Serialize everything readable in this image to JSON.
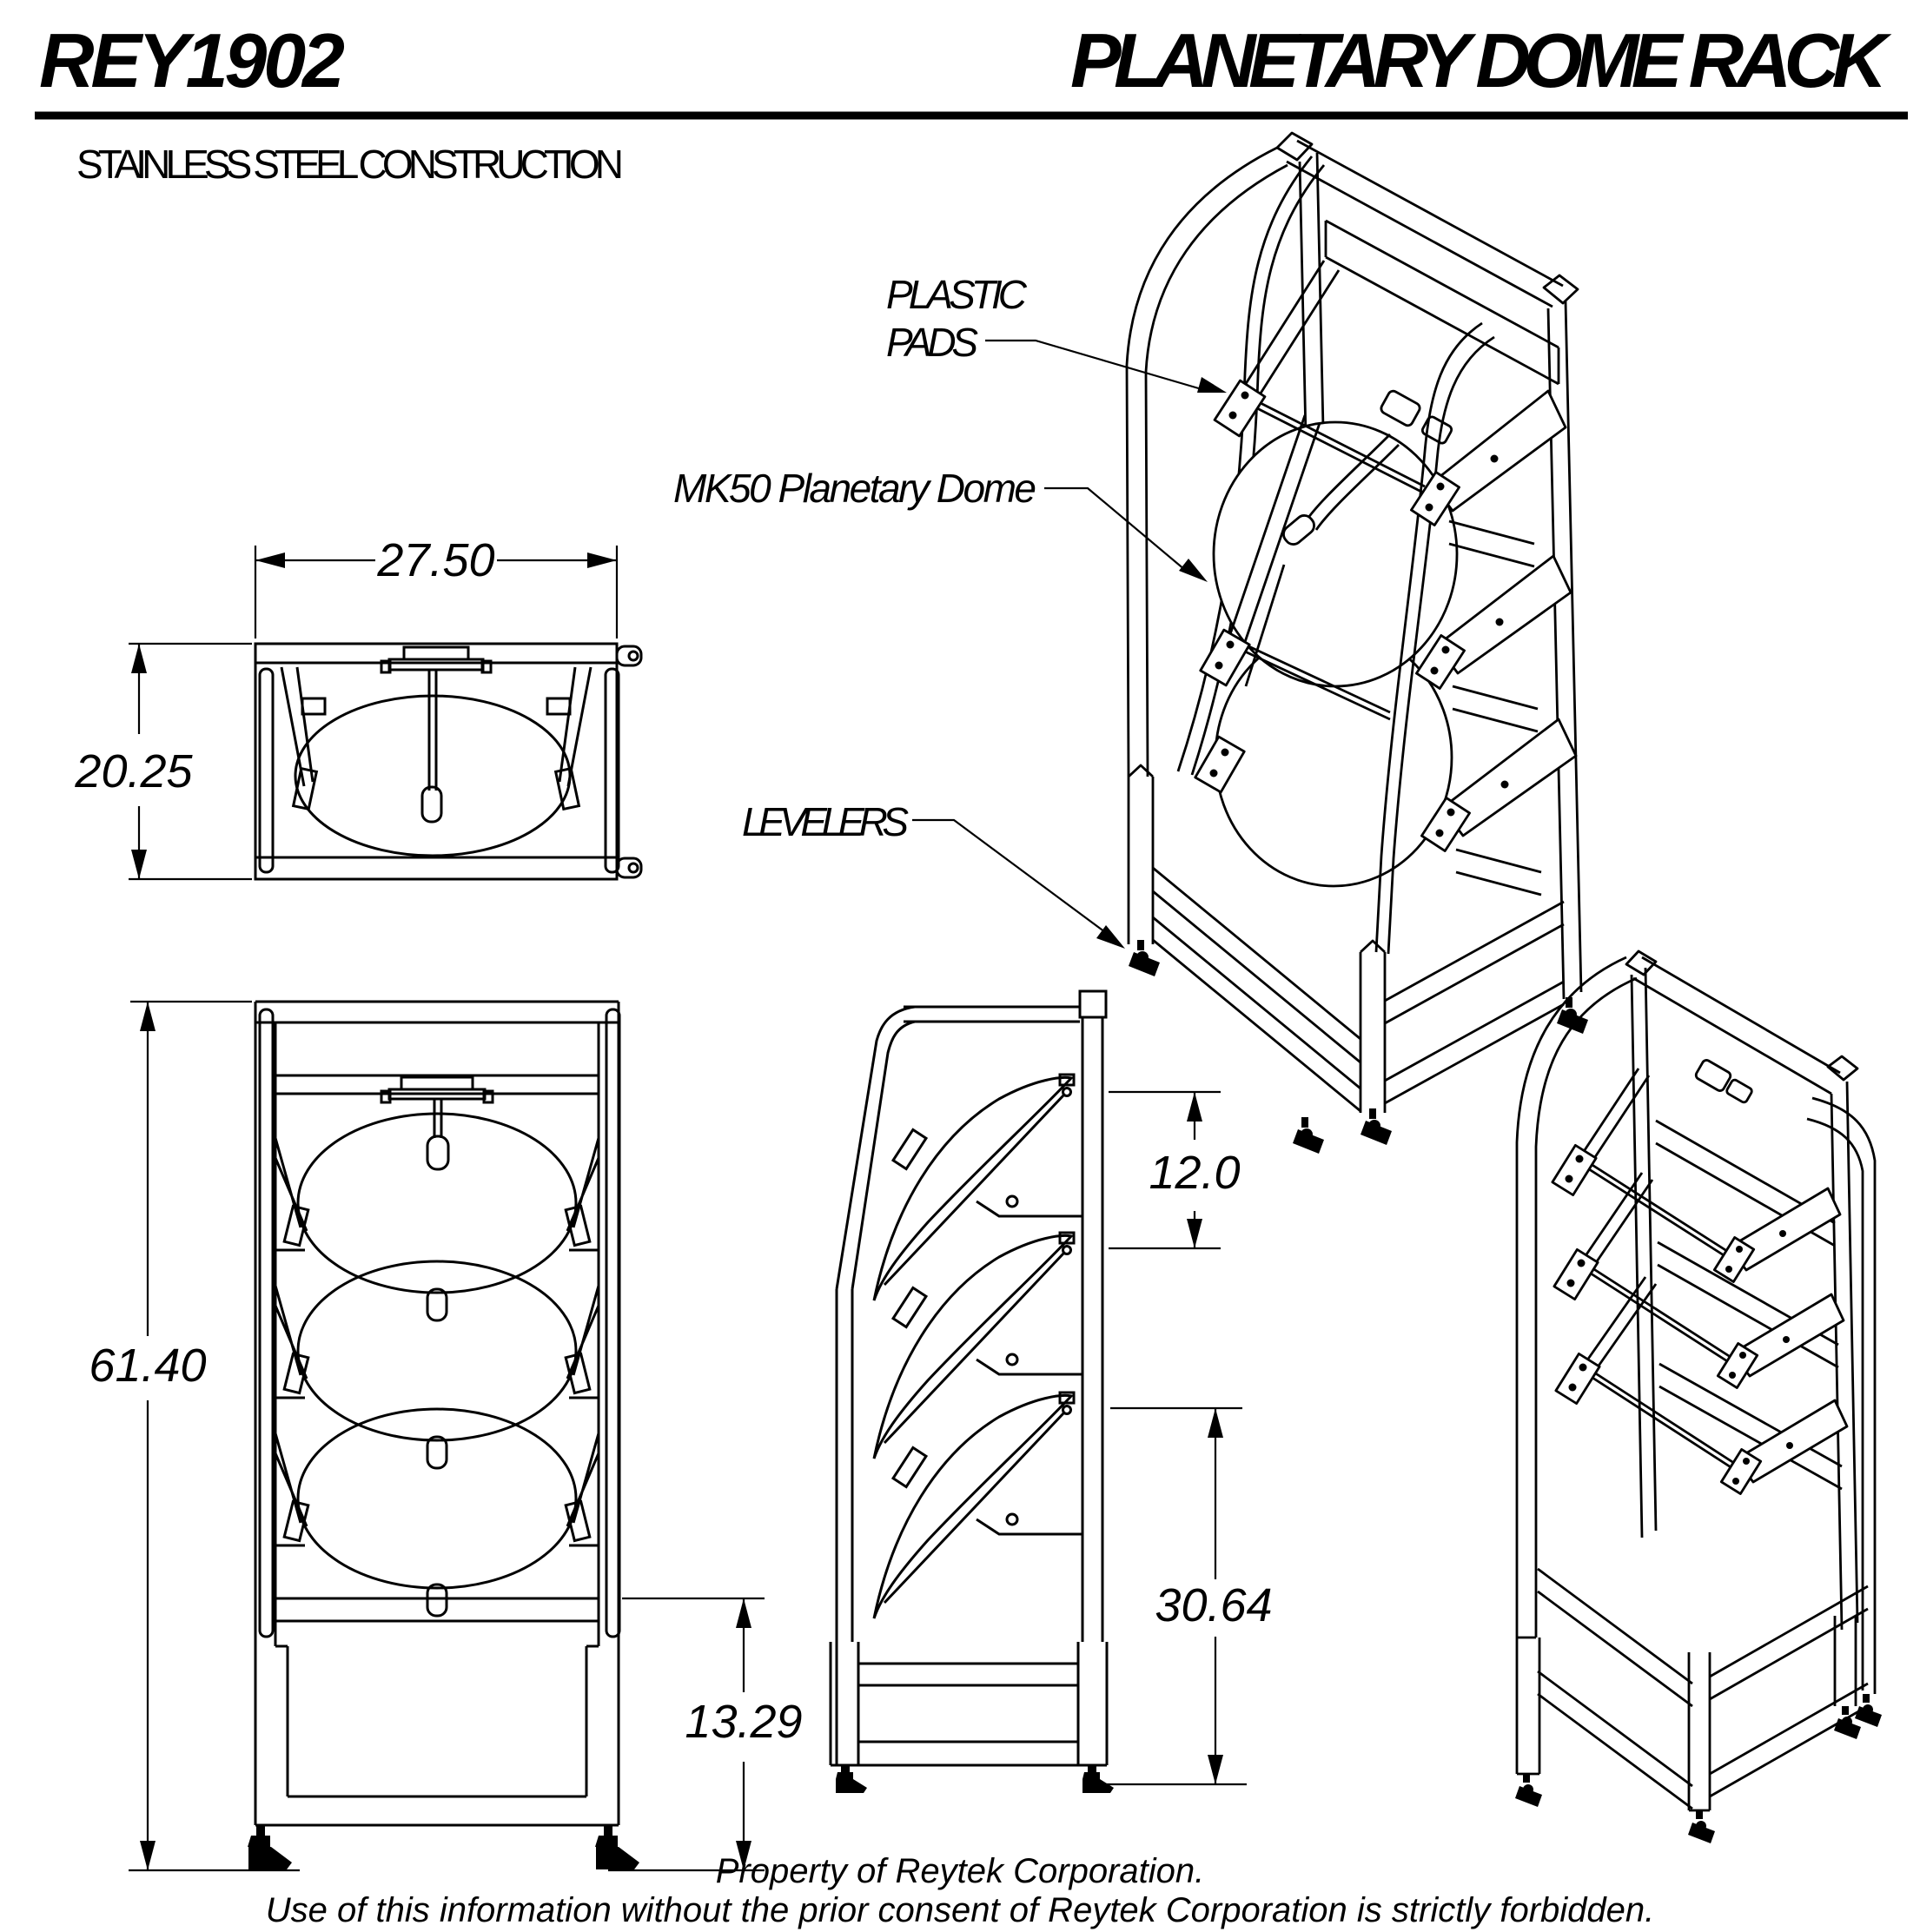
{
  "header": {
    "part_number": "REY1902",
    "title": "PLANETARY DOME RACK",
    "material_note": "STAINLESS STEEL CONSTRUCTION"
  },
  "callouts": {
    "plastic_pads_line1": "PLASTIC",
    "plastic_pads_line2": "PADS",
    "dome_label": "MK50 Planetary Dome",
    "levelers_label": "LEVELERS"
  },
  "dimensions": {
    "top_width": "27.50",
    "top_depth": "20.25",
    "overall_height": "61.40",
    "base_height": "13.29",
    "dome_pitch": "12.0",
    "lower_mount_height": "30.64"
  },
  "footer": {
    "line1": "Property of Reytek Corporation.",
    "line2": "Use of this information without the prior consent of Reytek Corporation is strictly forbidden."
  },
  "colors": {
    "line": "#000000",
    "background": "#ffffff"
  }
}
